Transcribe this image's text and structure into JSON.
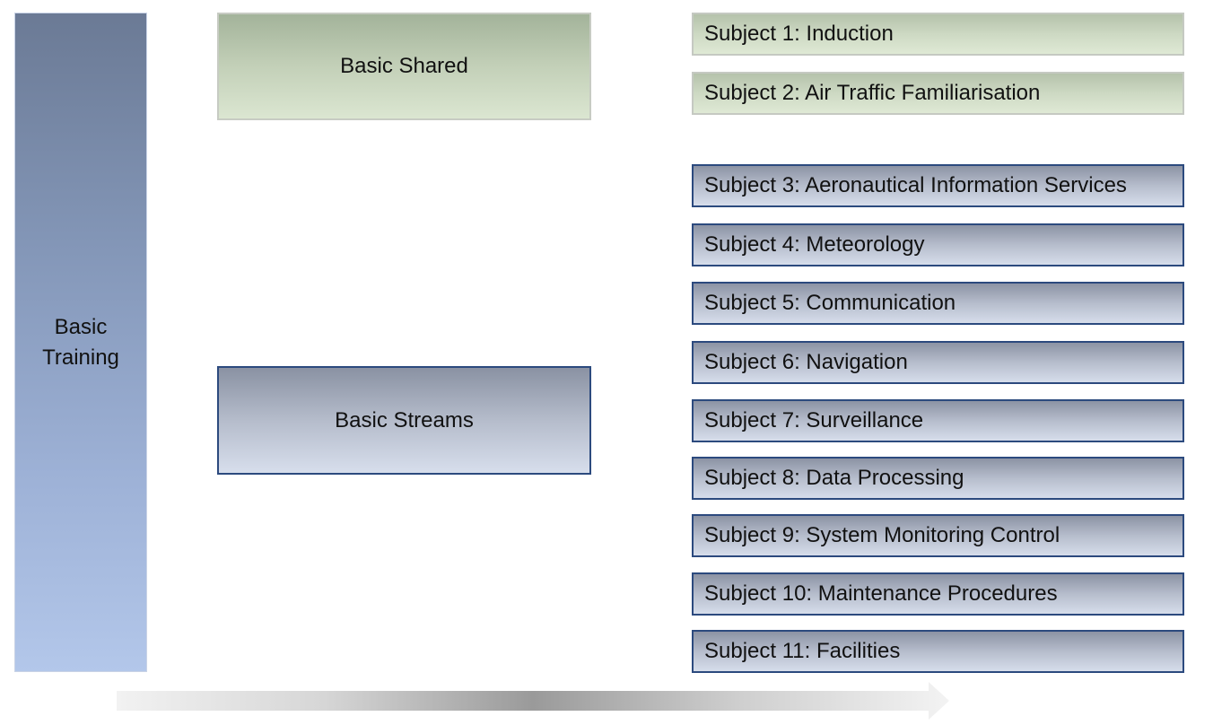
{
  "training": {
    "label": "Basic Training"
  },
  "categories": [
    {
      "label": "Basic Shared",
      "color": "#c3d0b8"
    },
    {
      "label": "Basic Streams",
      "color": "#b5bccb"
    }
  ],
  "subjects": [
    {
      "label": "Subject 1: Induction",
      "group": "shared"
    },
    {
      "label": "Subject 2: Air Traffic Familiarisation",
      "group": "shared"
    },
    {
      "label": "Subject 3: Aeronautical Information Services",
      "group": "streams"
    },
    {
      "label": "Subject 4: Meteorology",
      "group": "streams"
    },
    {
      "label": "Subject 5: Communication",
      "group": "streams"
    },
    {
      "label": "Subject 6: Navigation",
      "group": "streams"
    },
    {
      "label": "Subject 7: Surveillance",
      "group": "streams"
    },
    {
      "label": "Subject 8: Data Processing",
      "group": "streams"
    },
    {
      "label": "Subject 9: System Monitoring Control",
      "group": "streams"
    },
    {
      "label": "Subject 10: Maintenance Procedures",
      "group": "streams"
    },
    {
      "label": "Subject 11: Facilities",
      "group": "streams"
    }
  ],
  "colors": {
    "shared_accent": "#c3d0b8",
    "streams_accent": "#b6bdcc",
    "streams_border": "#2c4a7e",
    "training_top": "#6b7a95",
    "training_bottom": "#b3c7ea"
  },
  "icons": {
    "timeline": "right-arrow-icon"
  }
}
